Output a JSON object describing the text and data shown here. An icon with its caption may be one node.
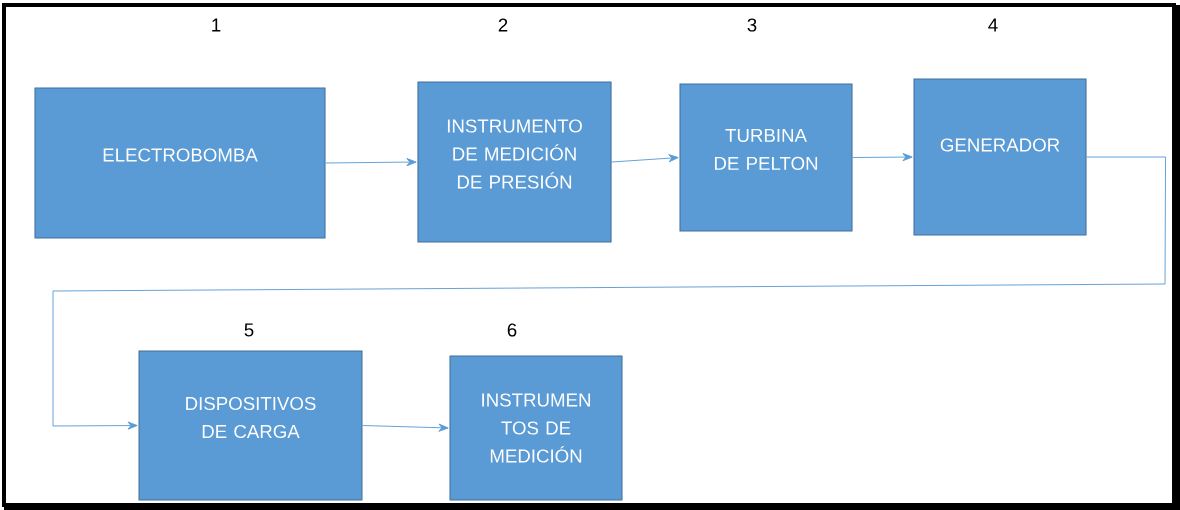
{
  "diagram": {
    "nodes": [
      {
        "text": [
          "ELECTROBOMBA"
        ],
        "beside": [
          "1"
        ]
      },
      {
        "text": [
          "INSTRUMENTO DE MEDICIÓN DE PRESIÓN"
        ],
        "beside": [
          "2"
        ]
      },
      {
        "text": [
          "TURBINA DE PELTON"
        ],
        "beside": [
          "3"
        ]
      },
      {
        "text": [
          "GENERADOR"
        ],
        "beside": [
          "4"
        ]
      },
      {
        "text": [
          "DISPOSITIVOS DE CARGA"
        ],
        "beside": [
          "5"
        ]
      },
      {
        "text": [
          "INSTRUMEN TOS DE MEDICIÓN"
        ],
        "beside": [
          "6"
        ]
      }
    ],
    "edges": [
      {
        "from": 0,
        "to": 1,
        "arrow": "to"
      },
      {
        "from": 1,
        "to": 2,
        "arrow": "to"
      },
      {
        "from": 2,
        "to": 3,
        "arrow": "to"
      },
      {
        "from": 3,
        "to": 4,
        "arrow": "to"
      },
      {
        "from": 4,
        "to": 5,
        "arrow": "to"
      }
    ]
  }
}
